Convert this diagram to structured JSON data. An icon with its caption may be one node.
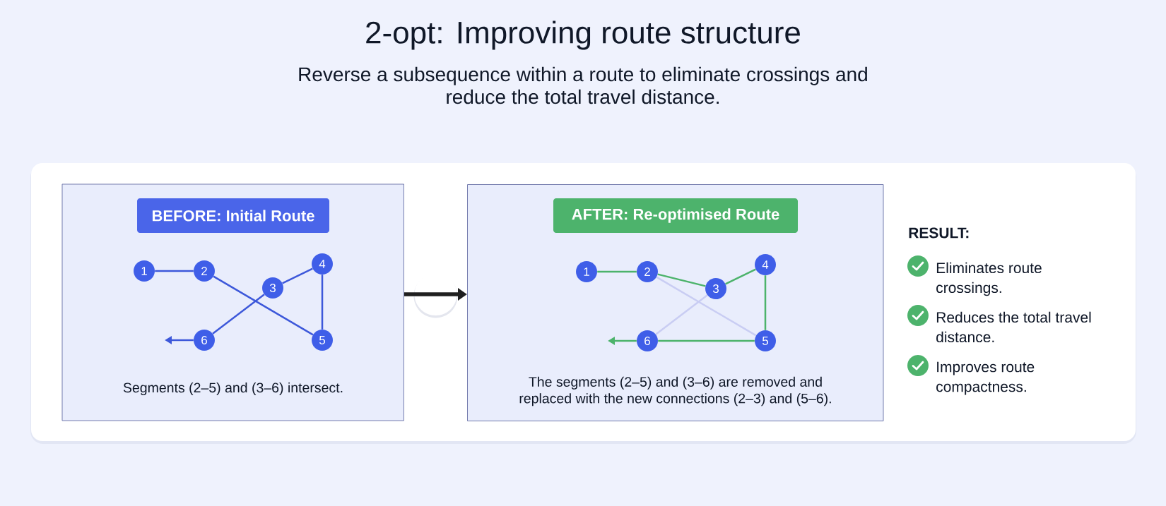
{
  "diagram": {
    "title": "2-opt: Improving route structure",
    "nodes": [
      {
        "text": [
          "RESULT:",
          "Eliminates route crossings.",
          "Reduces the total travel distance.",
          "Improves route compactness."
        ]
      },
      {
        "text": [
          "Segments (2–5) and (3–6) intersect."
        ],
        "in": 0
      },
      {
        "text": [
          "BEFORE: Initial Route"
        ],
        "in": 1
      },
      {
        "text": [
          "1"
        ],
        "in": 1
      },
      {
        "text": [
          "2"
        ],
        "in": 1
      },
      {
        "text": [
          "3"
        ],
        "in": 1
      },
      {
        "text": [
          "4"
        ],
        "in": 1
      },
      {
        "text": [
          "5"
        ],
        "in": 1
      },
      {
        "text": [
          "6"
        ],
        "in": 1
      },
      {
        "text": [
          "The segments (2–5) and (3–6) are removed and replaced with the new connections (2–3) and (5–6)."
        ],
        "in": 0
      },
      {
        "text": [
          "AFTER: Re-optimised Route"
        ],
        "in": 9
      },
      {
        "text": [
          "1"
        ],
        "in": 9
      },
      {
        "text": [
          "2"
        ],
        "in": 9
      },
      {
        "text": [
          "3"
        ],
        "in": 9
      },
      {
        "text": [
          "4"
        ],
        "in": 9
      },
      {
        "text": [
          "5"
        ],
        "in": 9
      },
      {
        "text": [
          "6"
        ],
        "in": 9
      }
    ],
    "edges": [
      {
        "from": 1,
        "to": 9,
        "arrow": "to",
        "style": "thick",
        "color": "#1f1f1f"
      },
      {
        "from": 3,
        "to": 4,
        "arrow": "none"
      },
      {
        "from": 4,
        "to": 7,
        "arrow": "none"
      },
      {
        "from": 7,
        "to": 6,
        "arrow": "none"
      },
      {
        "from": 6,
        "to": 5,
        "arrow": "none"
      },
      {
        "from": 5,
        "to": 8,
        "arrow": "none"
      },
      {
        "from": 8,
        "to": null,
        "arrow": "to"
      },
      {
        "from": 11,
        "to": 12,
        "arrow": "none",
        "color": "#4cb36b"
      },
      {
        "from": 12,
        "to": 13,
        "arrow": "none",
        "color": "#4cb36b"
      },
      {
        "from": 13,
        "to": 14,
        "arrow": "none",
        "color": "#4cb36b"
      },
      {
        "from": 14,
        "to": 15,
        "arrow": "none",
        "color": "#4cb36b"
      },
      {
        "from": 15,
        "to": 16,
        "arrow": "none",
        "color": "#4cb36b"
      },
      {
        "from": 16,
        "to": null,
        "arrow": "to",
        "color": "#4cb36b"
      },
      {
        "from": 12,
        "to": 15,
        "arrow": "none",
        "color": "#c9cdf3"
      },
      {
        "from": 13,
        "to": 16,
        "arrow": "none",
        "color": "#c9cdf3"
      }
    ],
    "labels": [
      "Reverse a subsequence within a route to eliminate crossings and reduce the total travel distance."
    ]
  }
}
